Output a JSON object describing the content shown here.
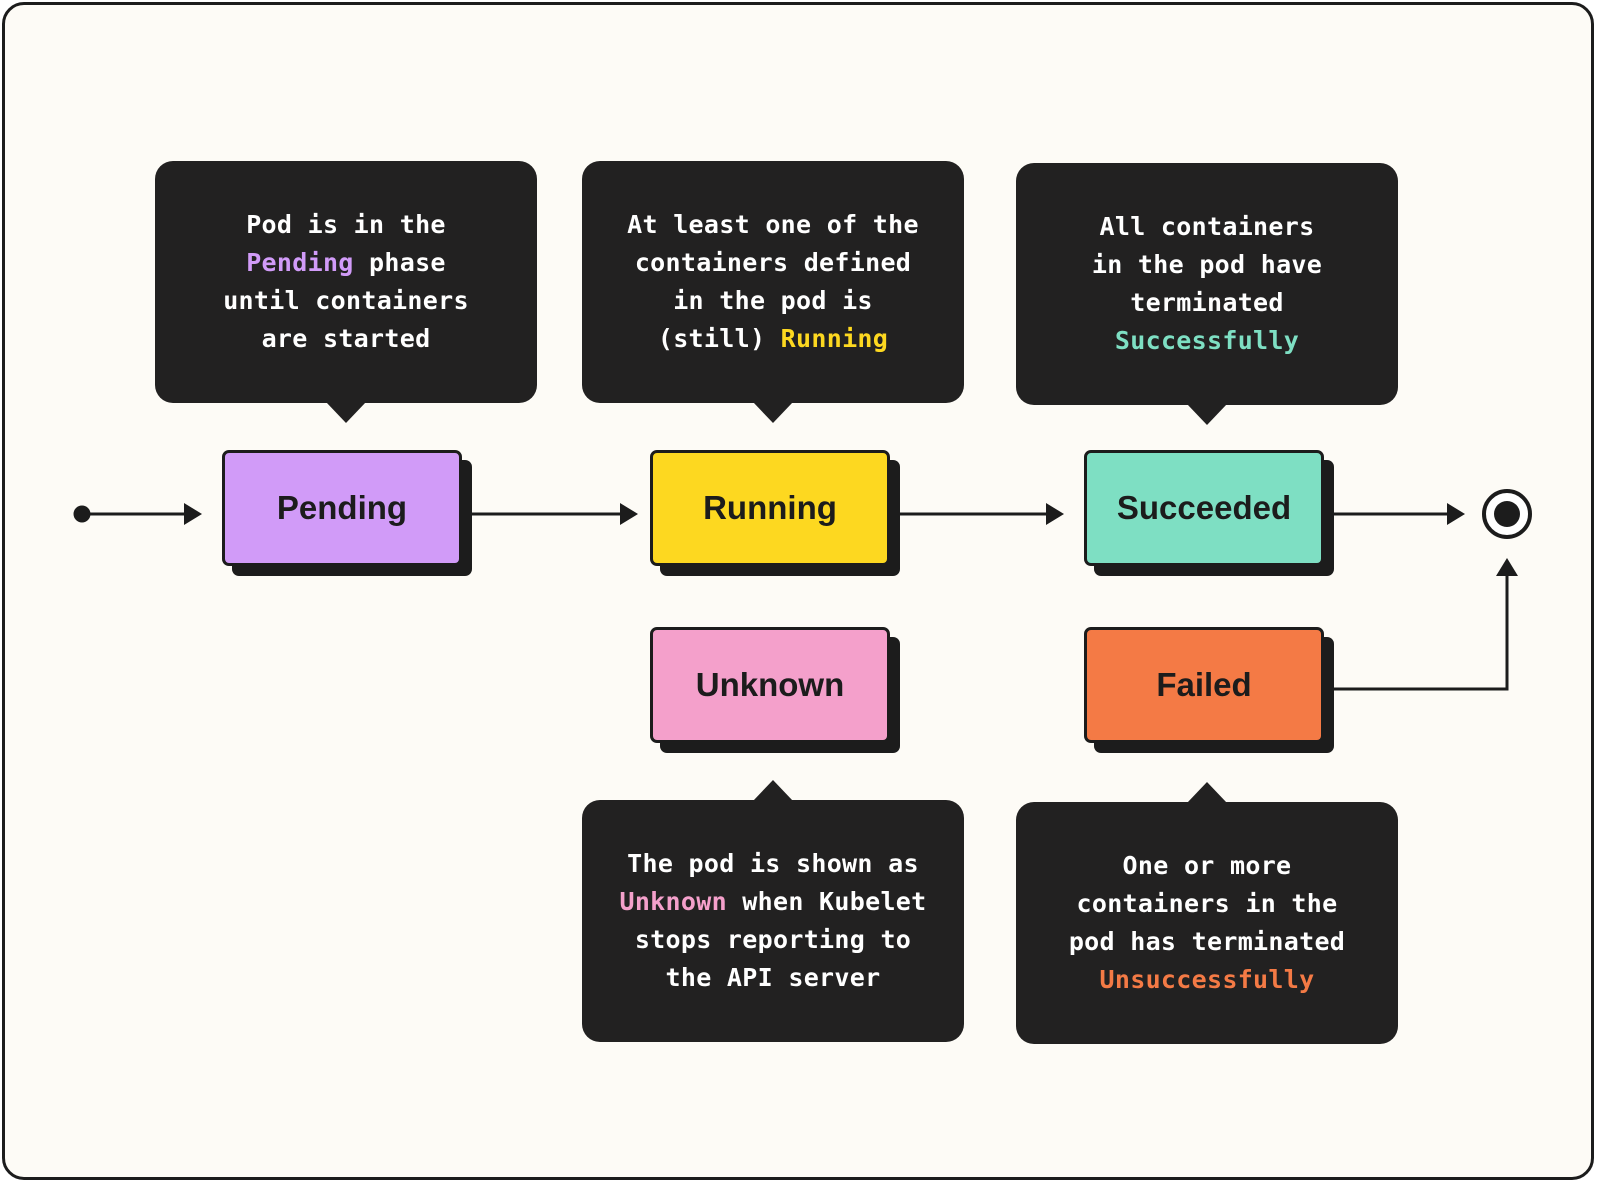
{
  "colors": {
    "pending": "#d19bf8",
    "running": "#fdd820",
    "succeeded": "#7edfc3",
    "unknown": "#f4a0cb",
    "failed": "#f47a45",
    "bubble_bg": "#222121",
    "line": "#1c1c1c",
    "background": "#fdfbf6"
  },
  "states": {
    "pending": "Pending",
    "running": "Running",
    "succeeded": "Succeeded",
    "unknown": "Unknown",
    "failed": "Failed"
  },
  "bubbles": {
    "pending": {
      "line1": "Pod is in the",
      "highlight": "Pending",
      "line2_rest": " phase",
      "line3": "until containers",
      "line4": "are started"
    },
    "running": {
      "line1": "At least one of the",
      "line2": "containers defined",
      "line3": "in the pod is",
      "line4_prefix": "(still) ",
      "highlight": "Running"
    },
    "succeeded": {
      "line1": "All containers",
      "line2": "in the pod have",
      "line3": "terminated",
      "highlight": "Successfully"
    },
    "unknown": {
      "line1": "The pod is shown as",
      "highlight": "Unknown",
      "line2_rest": " when Kubelet",
      "line3": "stops reporting to",
      "line4": "the API server"
    },
    "failed": {
      "line1": "One or more",
      "line2": "containers in the",
      "line3": "pod has terminated",
      "highlight": "Unsuccessfully"
    }
  },
  "icons": {
    "start": "start-dot-icon",
    "end": "end-state-icon",
    "arrow": "arrowhead-icon"
  }
}
